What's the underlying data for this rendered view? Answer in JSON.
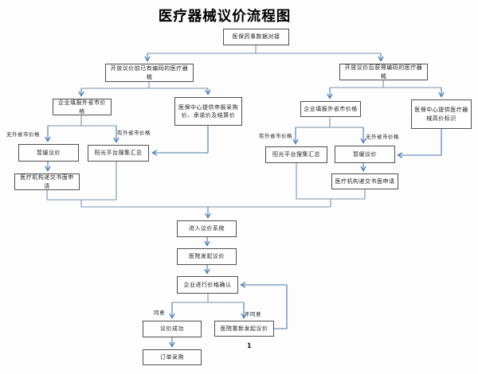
{
  "title": "医疗器械议价流程图",
  "page_number": "1",
  "colors": {
    "connector": "#7b93ad",
    "arrow": "#4877ad",
    "box_border": "#4f4f4f",
    "background": "#fdfdfd"
  },
  "flow": {
    "root": "医保药事数据对接",
    "left_branch": {
      "header": "开放议价前已有编码的医疗器械",
      "company_price": "企业填报外省市价格",
      "insurance_price": "医保中心提供申报采购价、承诺价及结算价",
      "no_price_label": "无外省市价格",
      "has_price_label": "有外省市价格",
      "postpone": "暂缓议价",
      "platform": "阳光平台搜集汇总",
      "apply": "医疗机构递交书面申请"
    },
    "right_branch": {
      "header": "开放议价后获得编码的医疗器械",
      "company_price": "企业填报外省市价格",
      "price_flag": "医保中心提供医疗器械高价标识",
      "has_price_label": "有外省市价格",
      "no_price_label": "无外省市价格",
      "platform": "阳光平台搜集汇总",
      "postpone": "暂缓议价",
      "apply": "医疗机构递交书面申请"
    },
    "main": {
      "enter_system": "进入议价系统",
      "hospital_initiate": "医院发起议价",
      "company_confirm": "企业进行价格确认",
      "agree_label": "同意",
      "disagree_label": "不同意",
      "success": "议价成功",
      "re_initiate": "医院重新发起议价",
      "order": "订单采购"
    }
  }
}
